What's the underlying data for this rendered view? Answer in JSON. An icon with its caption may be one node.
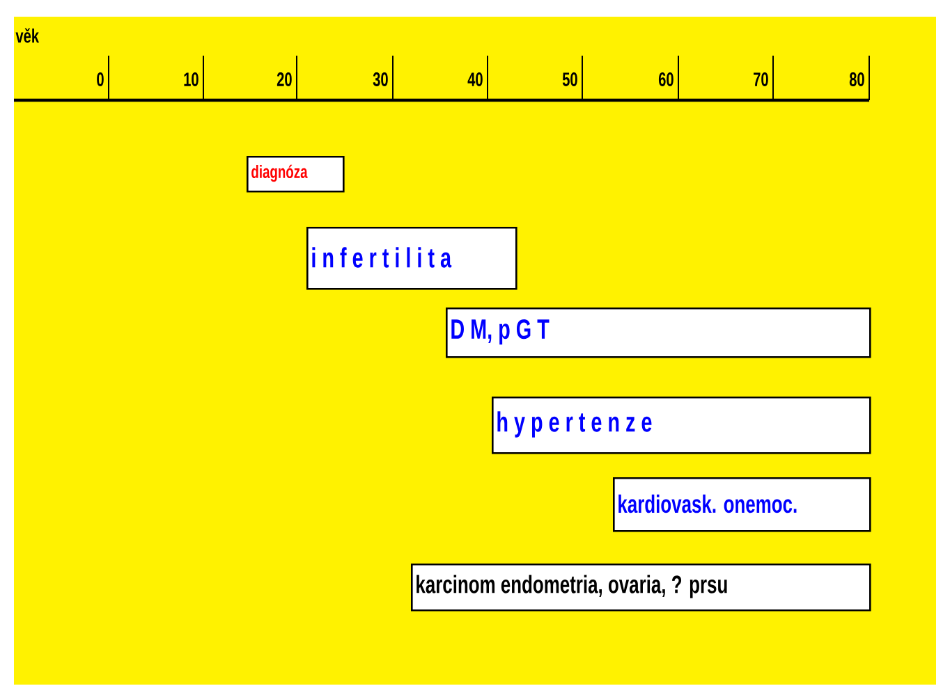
{
  "diagram": {
    "nodes": [
      {
        "text": [
          "diagnóza"
        ]
      },
      {
        "text": [
          "i n f e r t i l i t a"
        ]
      },
      {
        "text": [
          "D M, p G T"
        ]
      },
      {
        "text": [
          "h y p e r t e n z e"
        ]
      },
      {
        "text": [
          "kardiovask. onemoc."
        ]
      },
      {
        "text": [
          "karcinom endometria, ovaria, ? prsu"
        ]
      }
    ],
    "edges": [],
    "labels": [
      "věk",
      "0",
      "10",
      "20",
      "30",
      "40",
      "50",
      "60",
      "70",
      "80"
    ]
  }
}
